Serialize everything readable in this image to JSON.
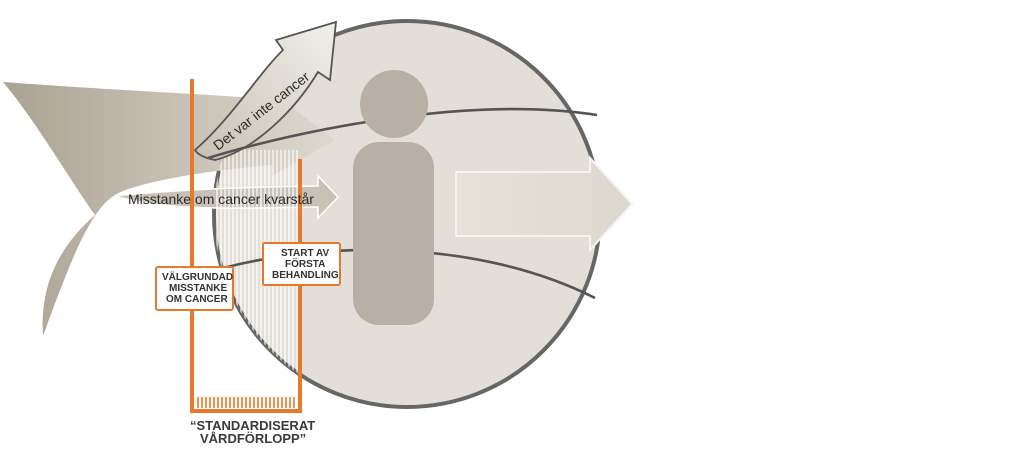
{
  "diagram": {
    "labels": {
      "upper_arrow": "Det var inte cancer",
      "main_arrow": "Misstanke om cancer kvarstår",
      "box_left": [
        "VÄLGRUNDAD",
        "MISSTANKE",
        "OM CANCER"
      ],
      "box_right": [
        "START AV",
        "FÖRSTA",
        "BEHANDLING"
      ],
      "bottom": [
        "“STANDARDISERAT",
        "VÅRDFÖRLOPP”"
      ]
    },
    "colors": {
      "orange_accent": "#e8782a",
      "circle_fill": "#e3dfd8",
      "circle_stroke": "#666666",
      "person": "#b9b0a5",
      "arrow_dark": "#bcb4a8",
      "arrow_light": "#ece9e2"
    },
    "icons": [
      "person-icon"
    ]
  }
}
